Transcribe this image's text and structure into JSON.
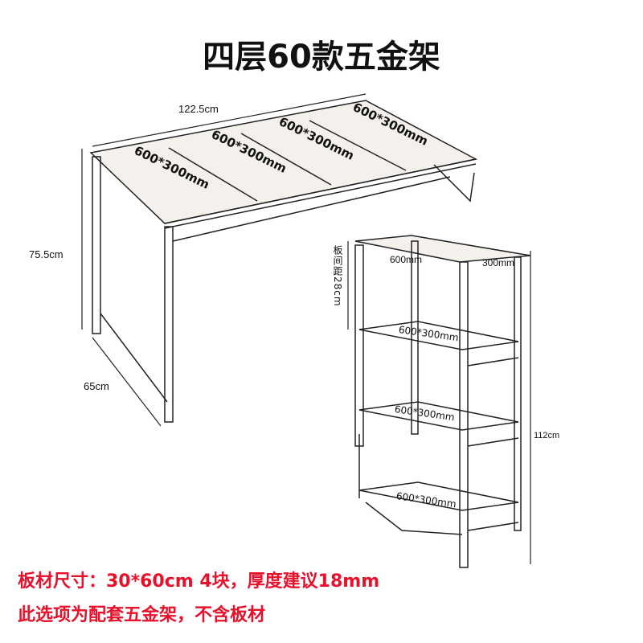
{
  "title": "四层60款五金架",
  "table": {
    "width_label": "122.5cm",
    "height_label": "75.5cm",
    "depth_label": "65cm",
    "boards": [
      "600*300mm",
      "600*300mm",
      "600*300mm",
      "600*300mm"
    ]
  },
  "shelf": {
    "width_label": "600mm",
    "depth_label": "300mm",
    "spacing_label": "板间距28cm",
    "height_label": "112cm",
    "boards": [
      "600*300mm",
      "600*300mm",
      "600*300mm"
    ]
  },
  "notes": {
    "line1": "板材尺寸：30*60cm  4块，厚度建议18mm",
    "line2": "此选项为配套五金架，不含板材"
  },
  "colors": {
    "note": "#e8102a"
  }
}
